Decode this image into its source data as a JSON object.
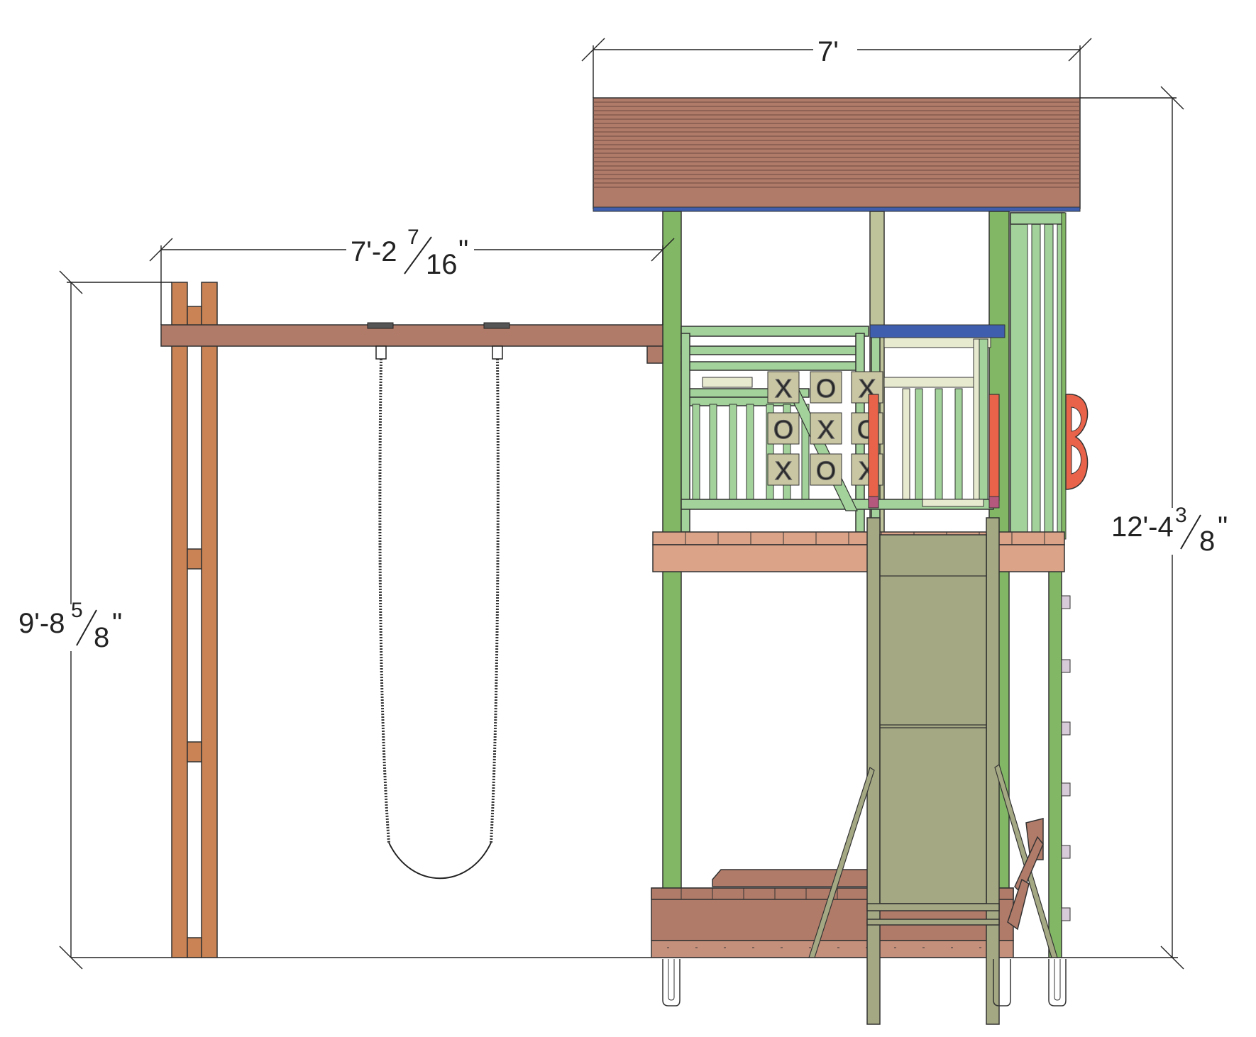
{
  "dimensions": {
    "roof_width": "7'",
    "beam_length": {
      "whole": "7'-2",
      "num": "7",
      "den": "16",
      "unit": "\""
    },
    "swing_height": {
      "whole": "9'-8",
      "num": "5",
      "den": "8",
      "unit": "\""
    },
    "overall_height": {
      "whole": "12'-4",
      "num": "3",
      "den": "8",
      "unit": "\""
    }
  },
  "tic_tac_toe": [
    "X",
    "O",
    "X",
    "O",
    "X",
    "O",
    "X",
    "O",
    "X"
  ],
  "colors": {
    "roof": "#b17b69",
    "roof_trim": "#3f5fae",
    "post_green": "#82b865",
    "rail_green": "#a3d39b",
    "wood_orange": "#c98355",
    "deck": "#dba387",
    "sandbox": "#b17b69",
    "slide": "#a5a983",
    "handle_red": "#e8634a",
    "climbing_rock": "#d8cbd9",
    "board_tan": "#c9c6a4"
  }
}
